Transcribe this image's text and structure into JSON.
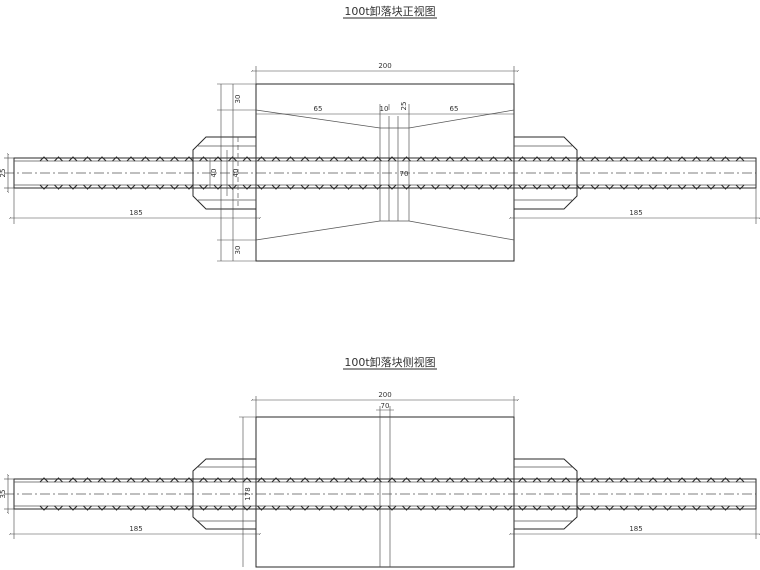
{
  "front_view": {
    "title": "100t卸落块正视图",
    "dims": {
      "block_width": "200",
      "top_margin": "30",
      "bottom_margin": "30",
      "left_taper": "65",
      "slot_width": "10",
      "slot_extra": "25",
      "right_taper": "65",
      "bolt_dia": "25",
      "bore_a": "40",
      "bore_b": "40",
      "bore_c": "70",
      "left_bolt_length": "185",
      "right_bolt_length": "185"
    }
  },
  "side_view": {
    "title": "100t卸落块侧视图",
    "dims": {
      "block_width": "200",
      "slot_width": "70",
      "bolt_dia": "35",
      "bore": "178",
      "left_bolt_length": "185",
      "right_bolt_length": "185"
    }
  }
}
